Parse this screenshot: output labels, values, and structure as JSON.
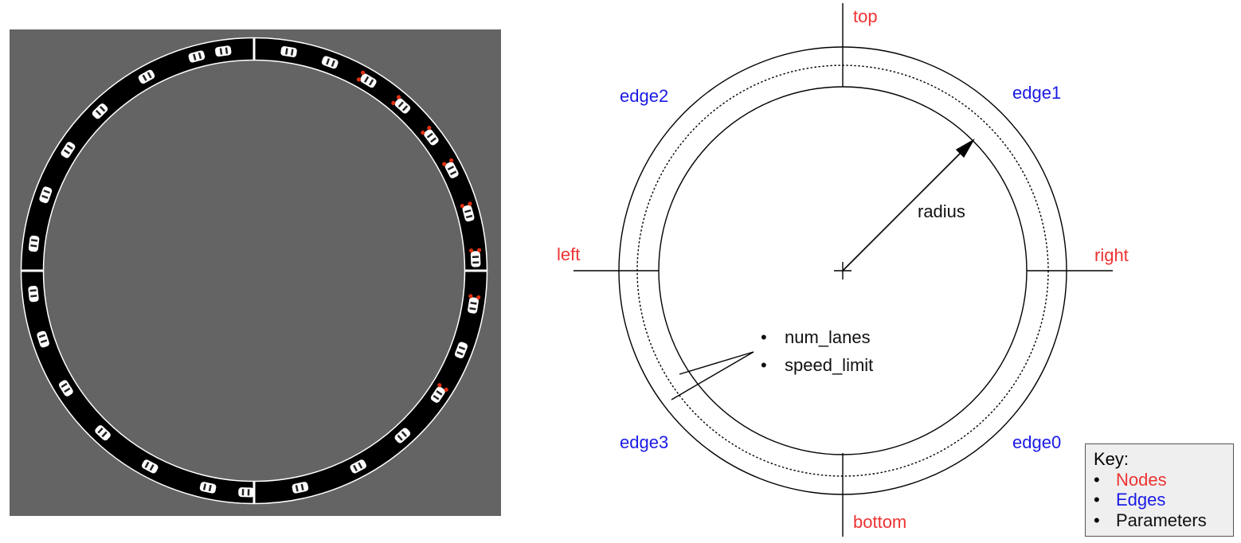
{
  "diagram": {
    "nodes": {
      "top": "top",
      "right": "right",
      "bottom": "bottom",
      "left": "left"
    },
    "edges": {
      "edge0": "edge0",
      "edge1": "edge1",
      "edge2": "edge2",
      "edge3": "edge3"
    },
    "parameters": {
      "radius": "radius",
      "num_lanes": "num_lanes",
      "speed_limit": "speed_limit"
    },
    "bullet": "•"
  },
  "key": {
    "title": "Key:",
    "items": [
      {
        "label": "Nodes",
        "color": "#ee3333"
      },
      {
        "label": "Edges",
        "color": "#1a1ae6"
      },
      {
        "label": "Parameters",
        "color": "#111111"
      }
    ]
  },
  "colors": {
    "background_gray": "#646464",
    "road": "#000000",
    "node": "#ee3333",
    "edge": "#1a1ae6"
  }
}
